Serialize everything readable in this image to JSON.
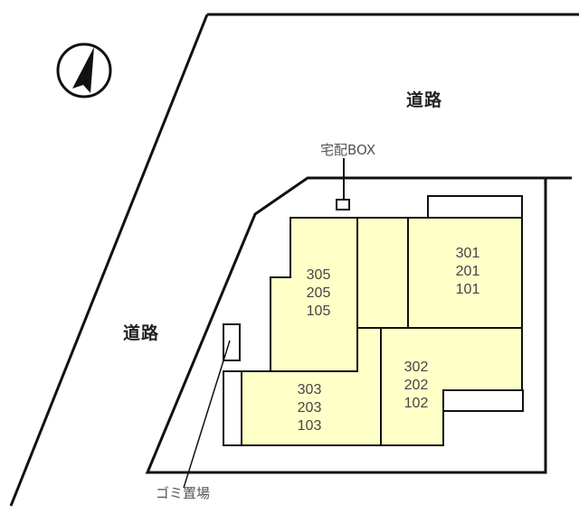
{
  "diagram": {
    "type": "site-plan",
    "colors": {
      "building_fill": "#ffffc8",
      "line": "#111111",
      "text": "#444444"
    },
    "roads": [
      {
        "id": "road-north",
        "label": "道路"
      },
      {
        "id": "road-west",
        "label": "道路"
      }
    ],
    "compass": {
      "icon": "north-arrow-icon"
    },
    "facilities": {
      "delivery_box": "宅配BOX",
      "garbage": "ゴミ置場"
    },
    "units": [
      {
        "id": "block-305",
        "lines": [
          "305",
          "205",
          "105"
        ]
      },
      {
        "id": "block-301",
        "lines": [
          "301",
          "201",
          "101"
        ]
      },
      {
        "id": "block-303",
        "lines": [
          "303",
          "203",
          "103"
        ]
      },
      {
        "id": "block-302",
        "lines": [
          "302",
          "202",
          "102"
        ]
      }
    ]
  }
}
